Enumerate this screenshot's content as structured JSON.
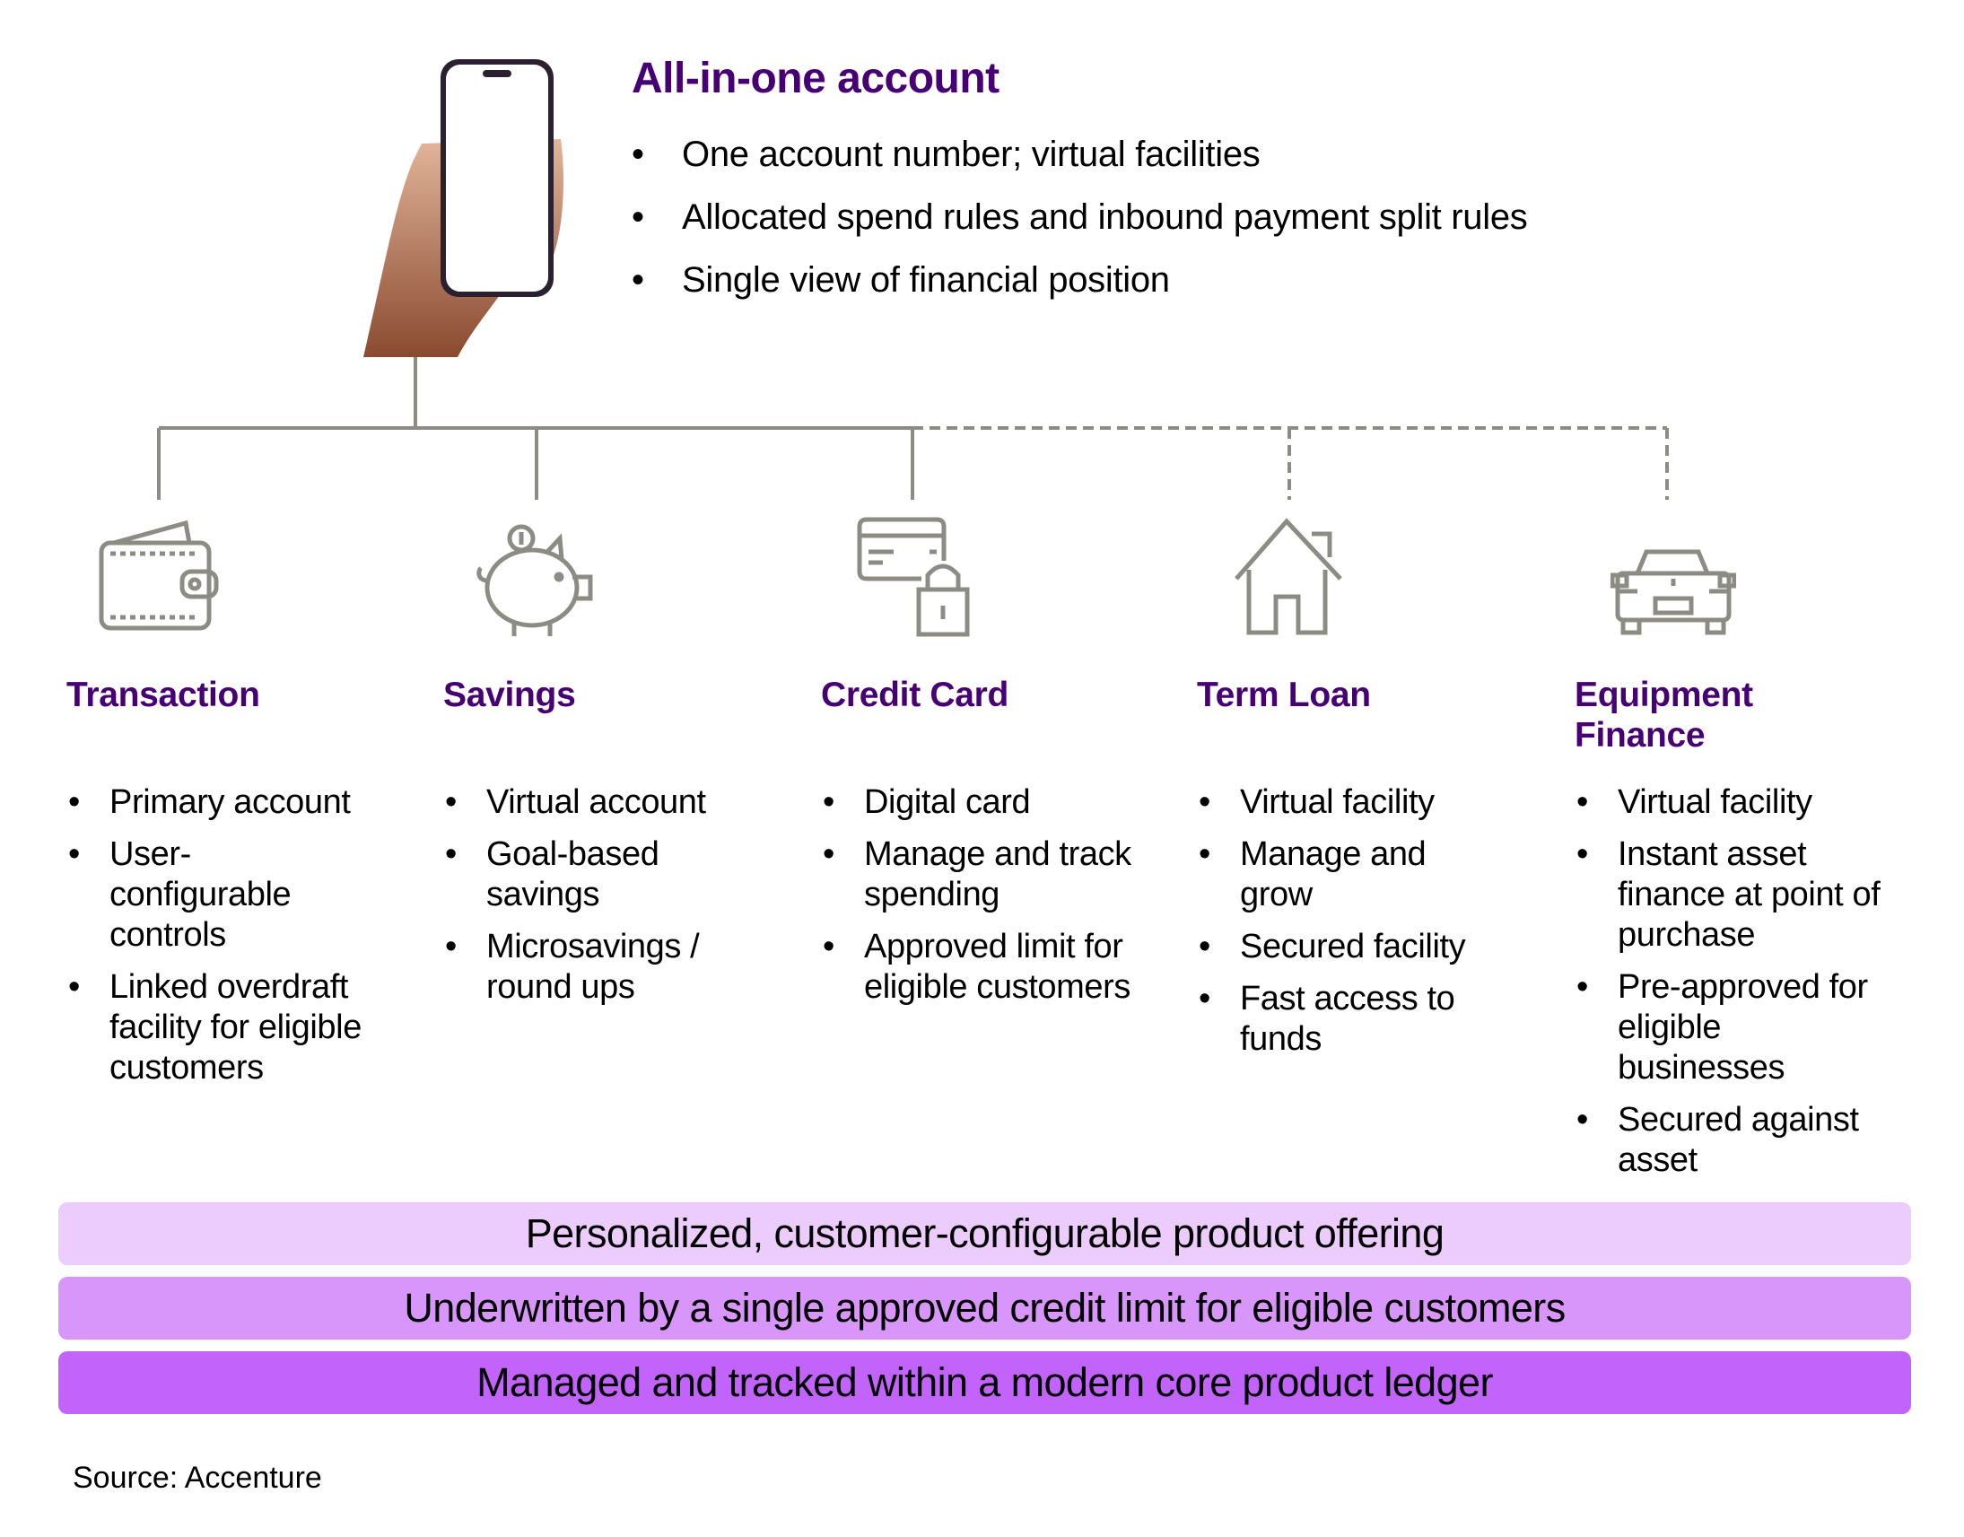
{
  "header": {
    "title": "All-in-one account",
    "bullets": [
      "One account number; virtual facilities",
      "Allocated spend rules and inbound payment split rules",
      "Single view of financial position"
    ]
  },
  "colors": {
    "heading": "#460073",
    "line": "#8c8c84",
    "bar1": "#ebccfc",
    "bar2": "#d896fa",
    "bar3": "#c263fc"
  },
  "products": [
    {
      "name": "Transaction",
      "icon": "wallet-icon",
      "items": [
        "Primary account",
        "User-configurable controls",
        "Linked overdraft facility for eligible customers"
      ]
    },
    {
      "name": "Savings",
      "icon": "piggy-bank-icon",
      "items": [
        "Virtual account",
        "Goal-based savings",
        "Microsavings / round ups"
      ]
    },
    {
      "name": "Credit Card",
      "icon": "credit-card-lock-icon",
      "items": [
        "Digital card",
        "Manage and track spending",
        "Approved limit for eligible customers"
      ]
    },
    {
      "name": "Term Loan",
      "icon": "house-icon",
      "items": [
        "Virtual facility",
        "Manage and grow",
        "Secured facility",
        "Fast access to funds"
      ]
    },
    {
      "name": "Equipment Finance",
      "icon": "car-icon",
      "items": [
        "Virtual facility",
        "Instant asset finance at point of purchase",
        "Pre-approved for eligible businesses",
        "Secured against asset"
      ]
    }
  ],
  "bars": [
    "Personalized, customer-configurable product offering",
    "Underwritten by a single approved credit limit for eligible customers",
    "Managed and tracked within a modern core product ledger"
  ],
  "bullet_glyph": "•",
  "source": "Source: Accenture"
}
